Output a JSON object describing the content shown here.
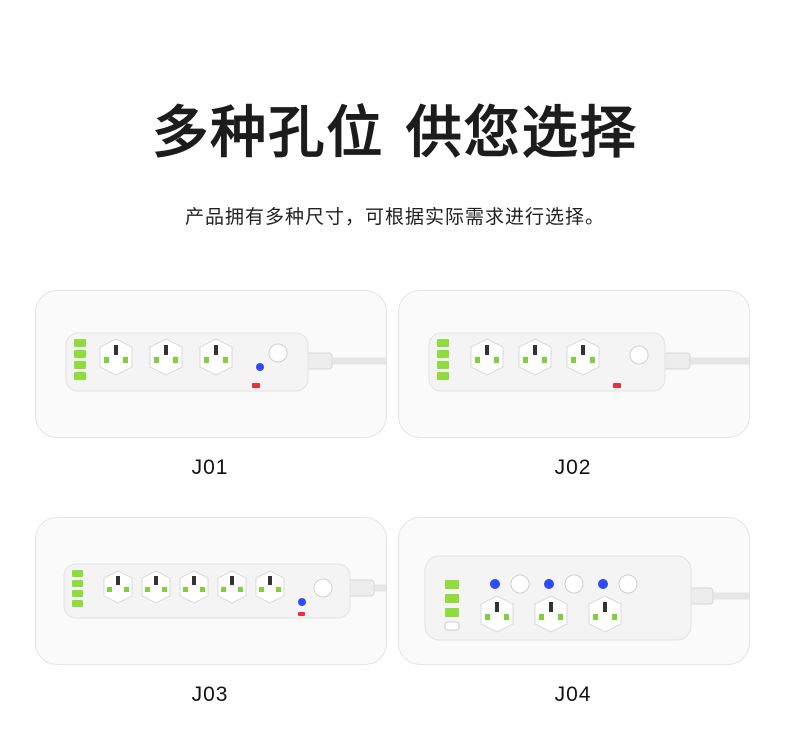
{
  "header": {
    "title": "多种孔位 供您选择",
    "subtitle": "产品拥有多种尺寸，可根据实际需求进行选择。"
  },
  "products": [
    {
      "model": "J01",
      "sockets": 3,
      "usb_ports": 4,
      "switches": 1
    },
    {
      "model": "J02",
      "sockets": 3,
      "usb_ports": 4,
      "switches": 1
    },
    {
      "model": "J03",
      "sockets": 5,
      "usb_ports": 4,
      "switches": 1
    },
    {
      "model": "J04",
      "sockets": 3,
      "usb_ports": 4,
      "switches": 3
    }
  ],
  "colors": {
    "usb_green": "#7fd13b",
    "indicator_blue": "#2d4cff",
    "indicator_red": "#e8303a",
    "card_border": "#e4e4e4"
  }
}
